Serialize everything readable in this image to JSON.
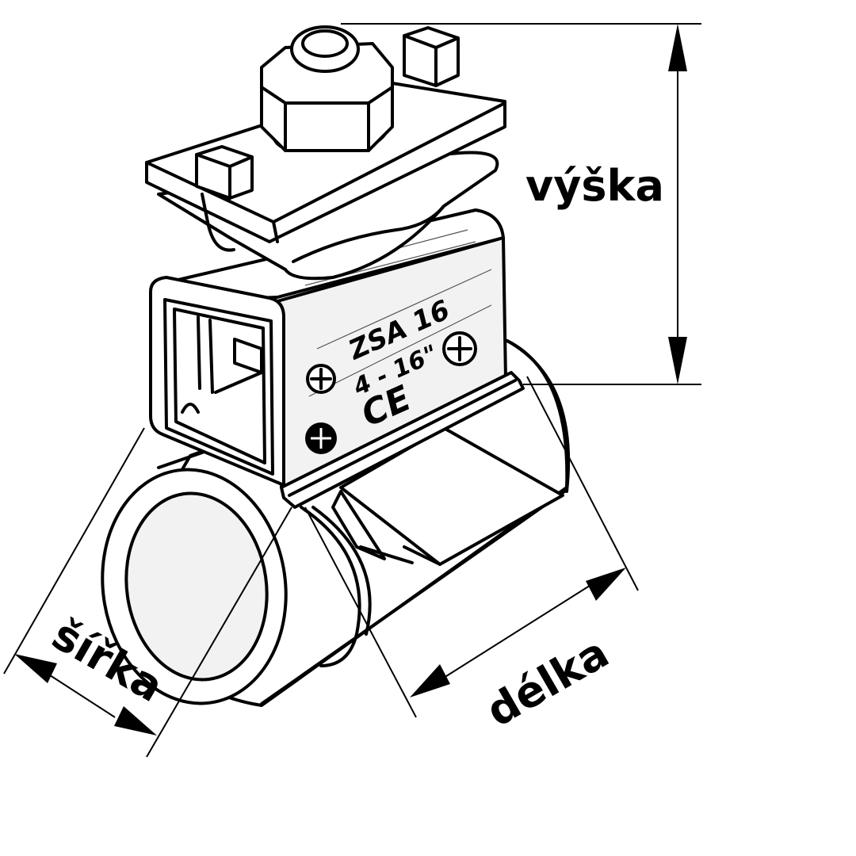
{
  "product": {
    "marking_model": "ZSA 16",
    "marking_range": "4 - 16\"",
    "marking_cert": "CE"
  },
  "dimensions": {
    "height_label": "výška",
    "width_label": "šířka",
    "length_label": "délka"
  }
}
